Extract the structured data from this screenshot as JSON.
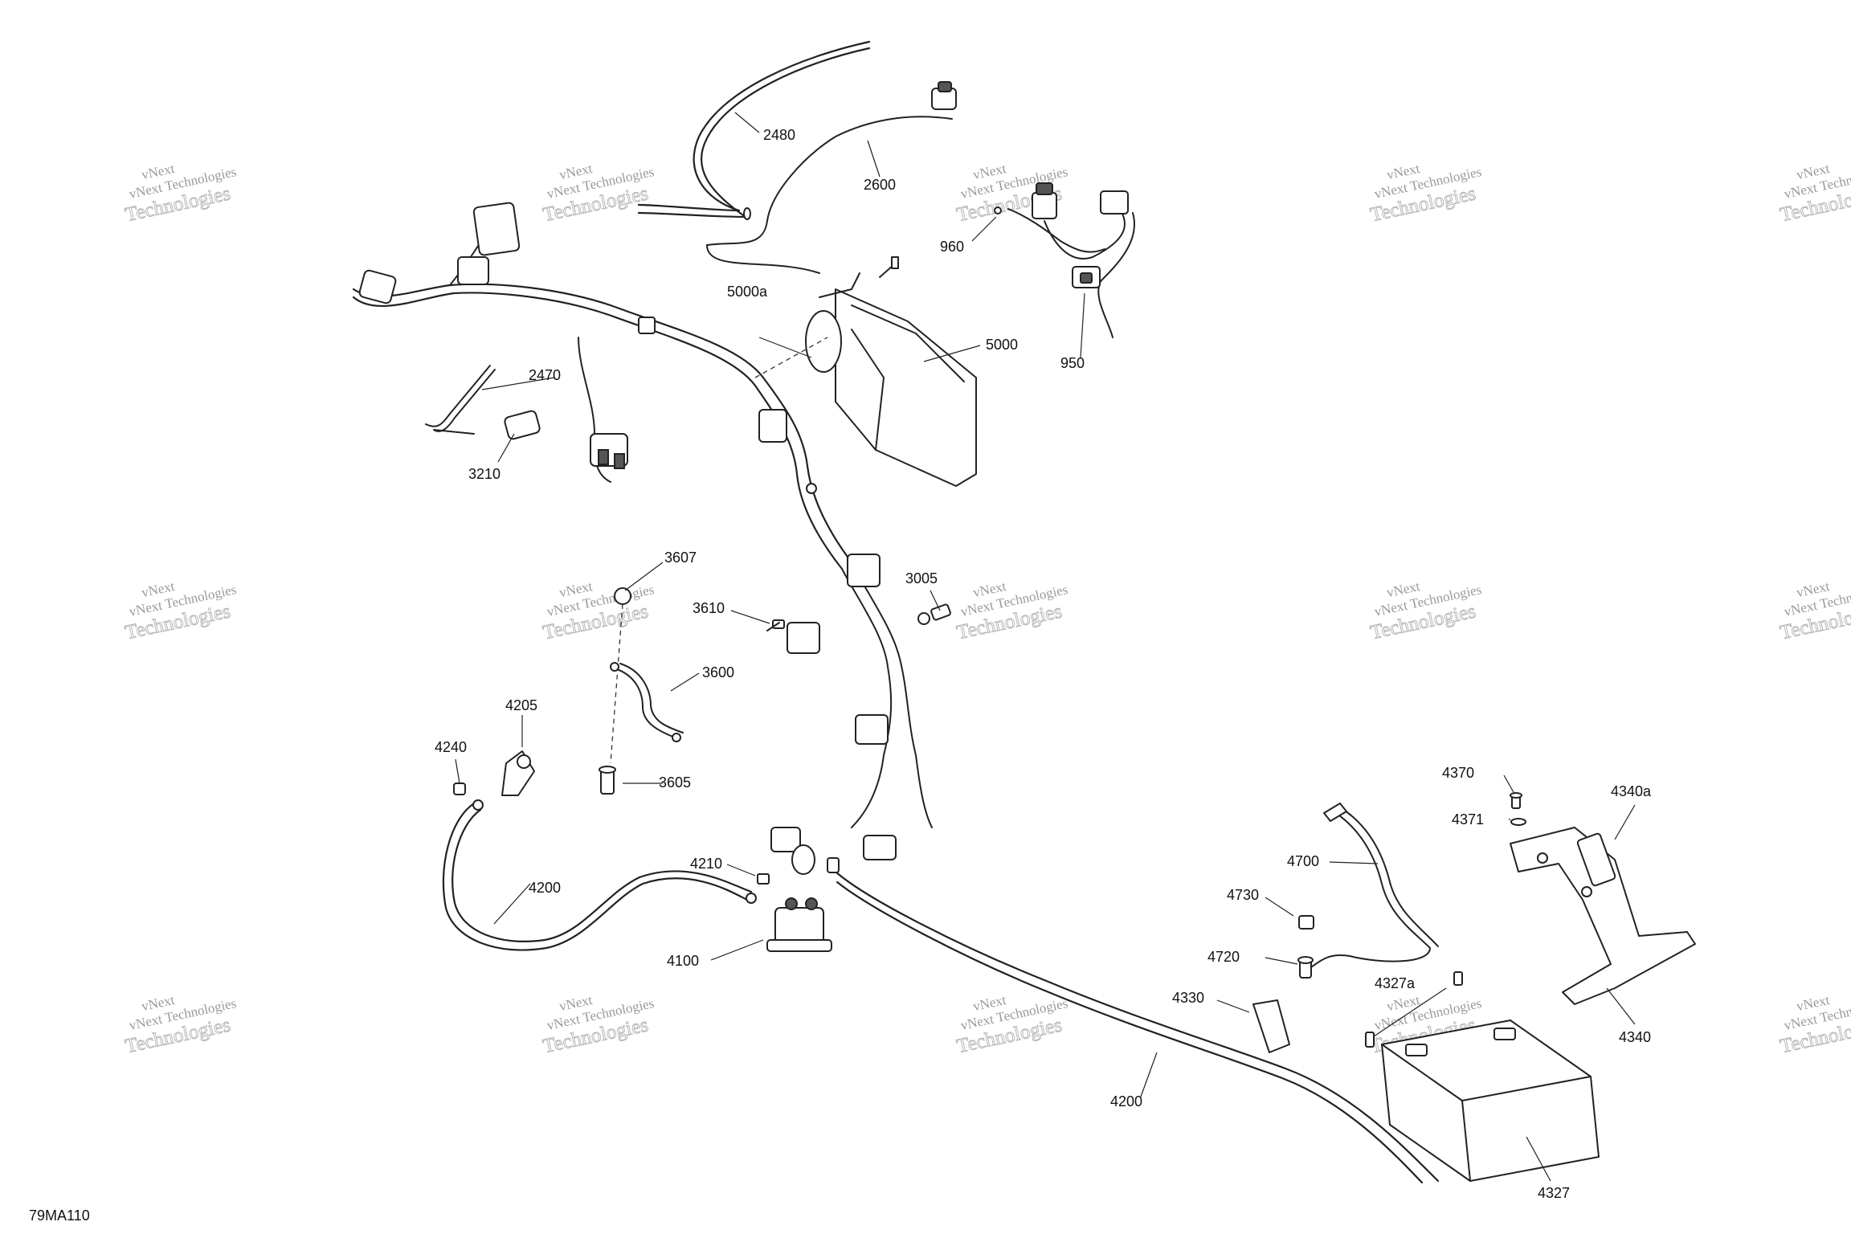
{
  "diagram": {
    "code": "79MA110",
    "watermark": {
      "line1": "vNext Technologies",
      "line2": "Technologies",
      "logo_text": "vNext"
    },
    "parts": [
      {
        "id": "p2480",
        "label": "2480"
      },
      {
        "id": "p2600",
        "label": "2600"
      },
      {
        "id": "p960",
        "label": "960"
      },
      {
        "id": "p950",
        "label": "950"
      },
      {
        "id": "p5000a",
        "label": "5000a"
      },
      {
        "id": "p5000",
        "label": "5000"
      },
      {
        "id": "p2470",
        "label": "2470"
      },
      {
        "id": "p3210",
        "label": "3210"
      },
      {
        "id": "p3607",
        "label": "3607"
      },
      {
        "id": "p3610",
        "label": "3610"
      },
      {
        "id": "p3005",
        "label": "3005"
      },
      {
        "id": "p3600",
        "label": "3600"
      },
      {
        "id": "p4205",
        "label": "4205"
      },
      {
        "id": "p4240",
        "label": "4240"
      },
      {
        "id": "p3605",
        "label": "3605"
      },
      {
        "id": "p4210",
        "label": "4210"
      },
      {
        "id": "p4200a",
        "label": "4200"
      },
      {
        "id": "p4100",
        "label": "4100"
      },
      {
        "id": "p4370",
        "label": "4370"
      },
      {
        "id": "p4371",
        "label": "4371"
      },
      {
        "id": "p4340a",
        "label": "4340a"
      },
      {
        "id": "p4700",
        "label": "4700"
      },
      {
        "id": "p4730",
        "label": "4730"
      },
      {
        "id": "p4720",
        "label": "4720"
      },
      {
        "id": "p4327a",
        "label": "4327a"
      },
      {
        "id": "p4330",
        "label": "4330"
      },
      {
        "id": "p4340",
        "label": "4340"
      },
      {
        "id": "p4200b",
        "label": "4200"
      },
      {
        "id": "p4327",
        "label": "4327"
      }
    ]
  }
}
